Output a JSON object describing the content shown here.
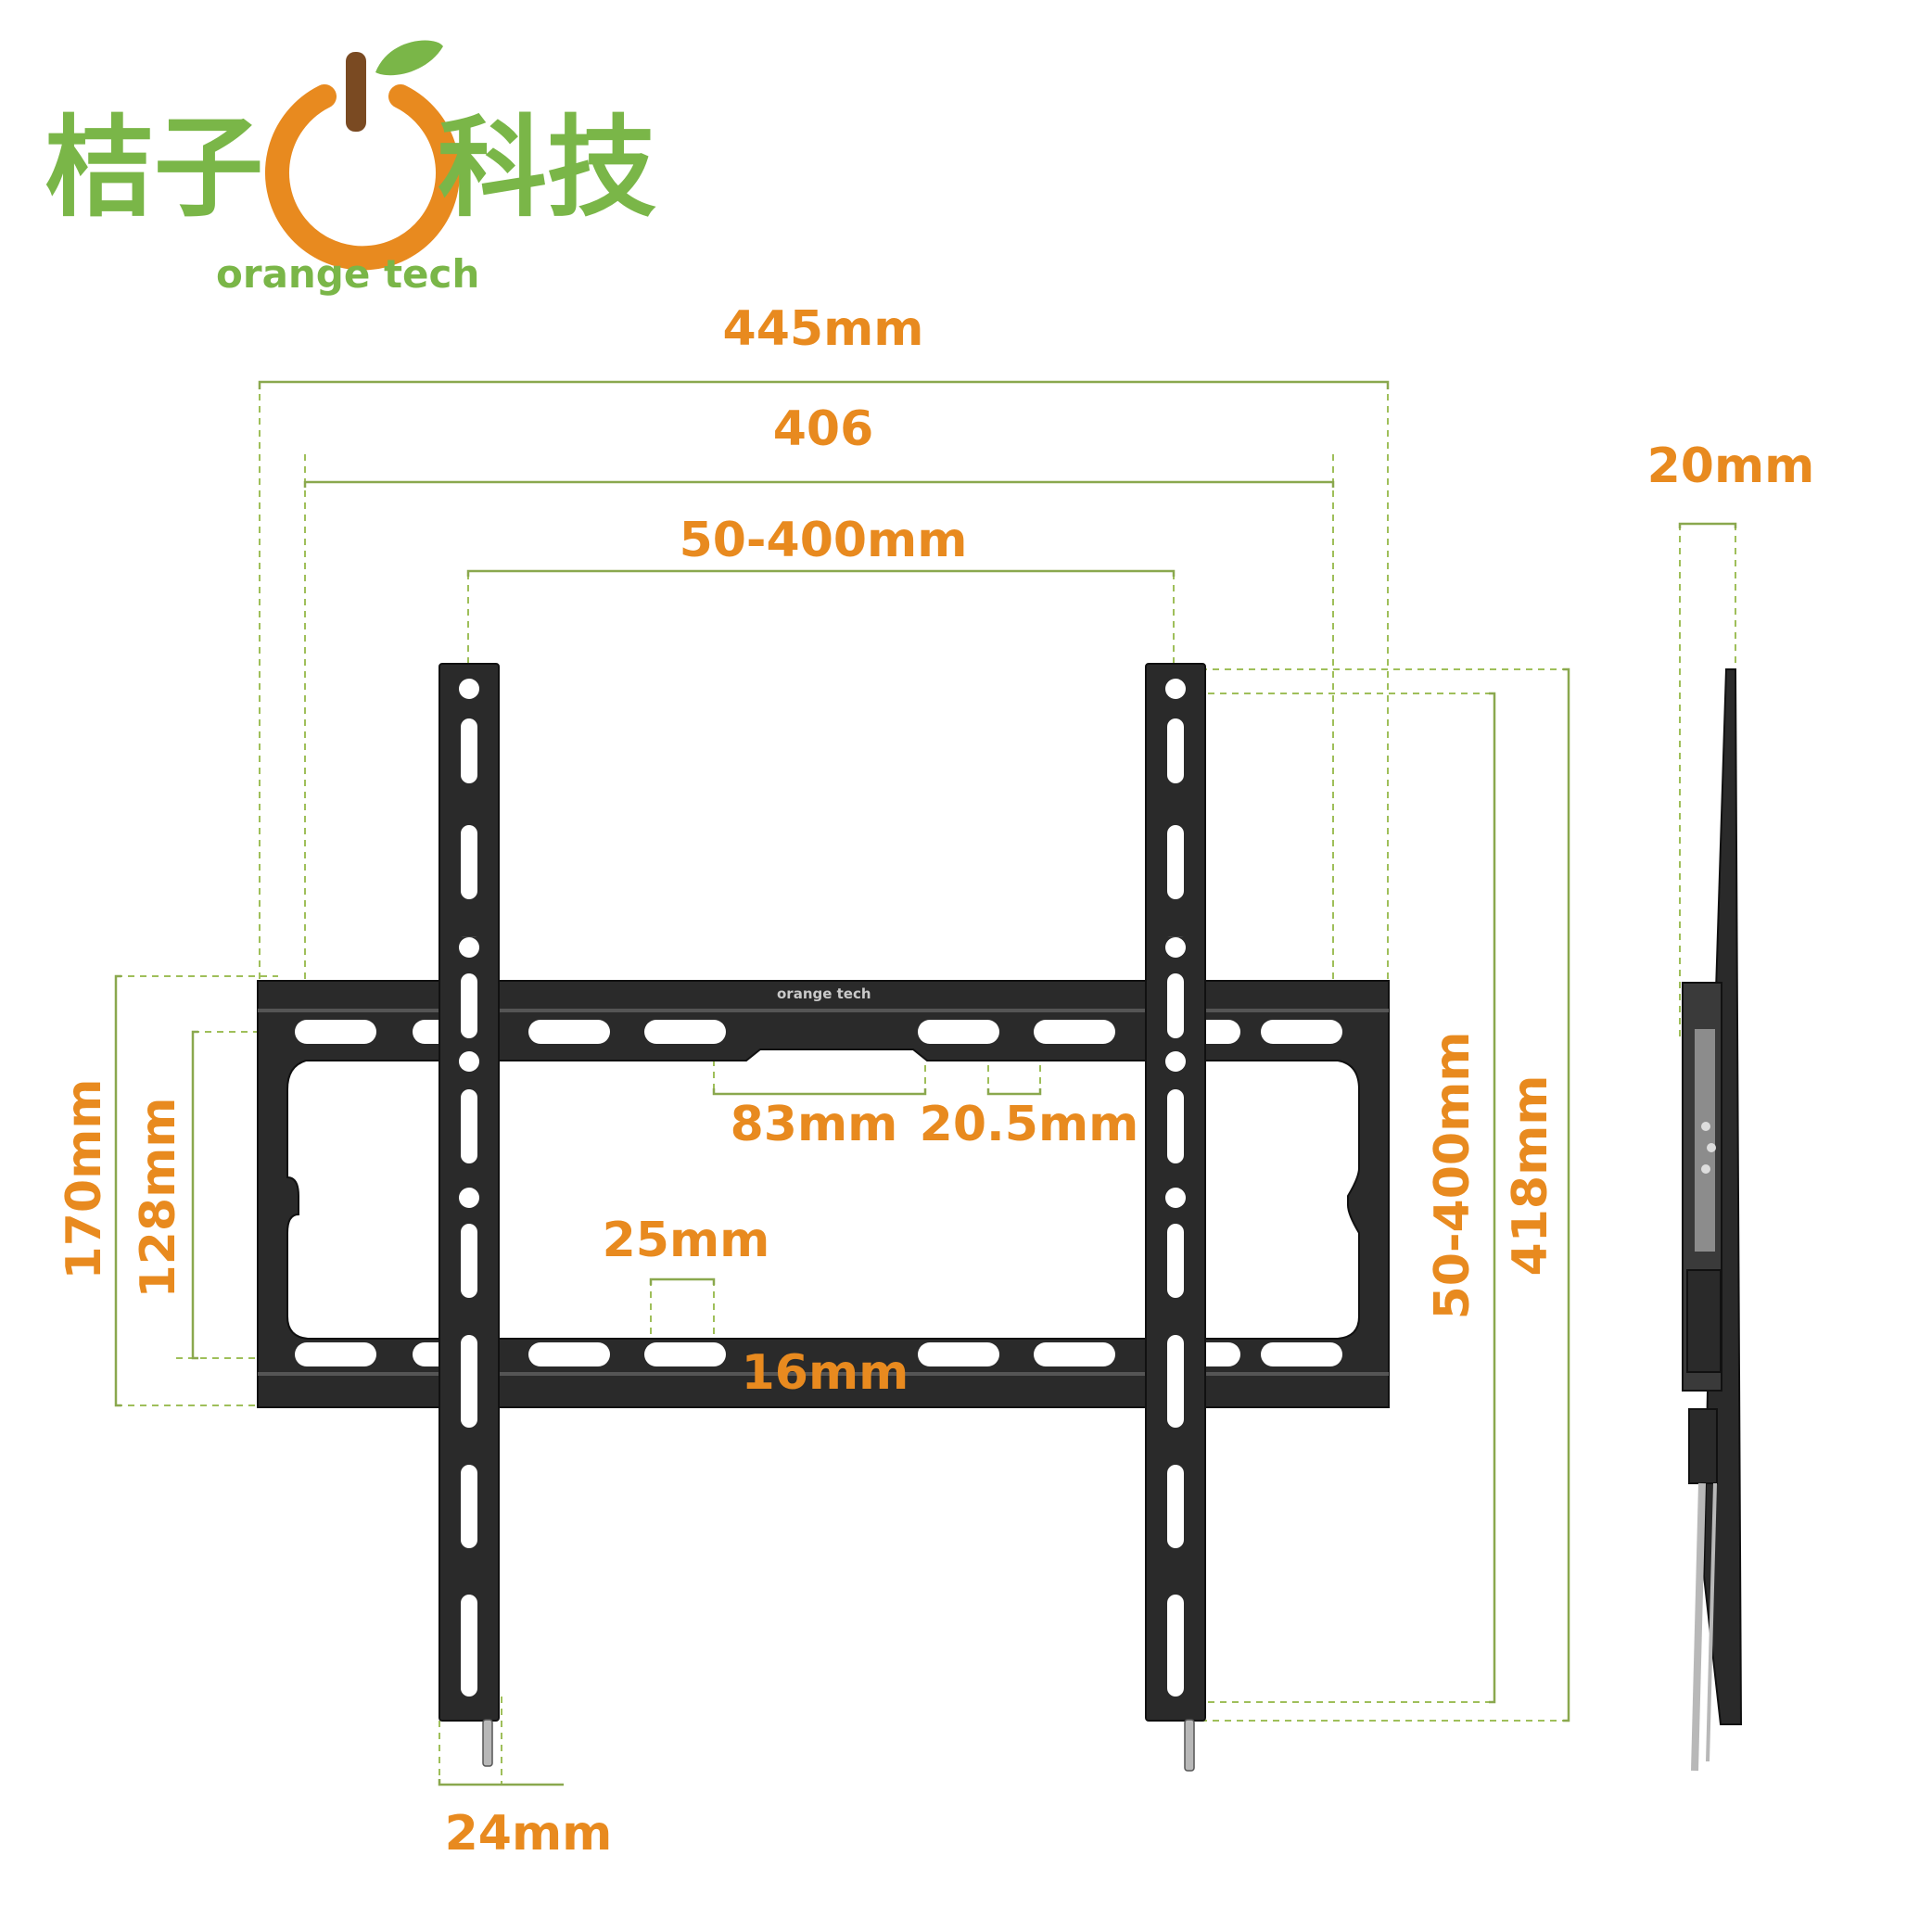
{
  "brand": {
    "name_cn_left": "桔子",
    "name_cn_right": "科技",
    "name_en": "orange tech",
    "plate_label": "orange tech",
    "colors": {
      "green": "#7ab648",
      "orange": "#e88a1f",
      "stem": "#7a4a22"
    }
  },
  "dimensions": {
    "overall_width": "445mm",
    "hole_span": "406",
    "vesa_horizontal": "50-400mm",
    "depth": "20mm",
    "vesa_vertical": "50-400mm",
    "arm_height": "418mm",
    "plate_height": "170mm",
    "inner_height": "128mm",
    "slot_offset": "83mm",
    "slot_width": "20.5mm",
    "slot_spacing": "25mm",
    "slot_height": "16mm",
    "arm_width": "24mm"
  },
  "icons": {
    "logo": "orange-power-icon",
    "mount": "wall-mount-bracket-drawing",
    "side": "bracket-side-view"
  }
}
